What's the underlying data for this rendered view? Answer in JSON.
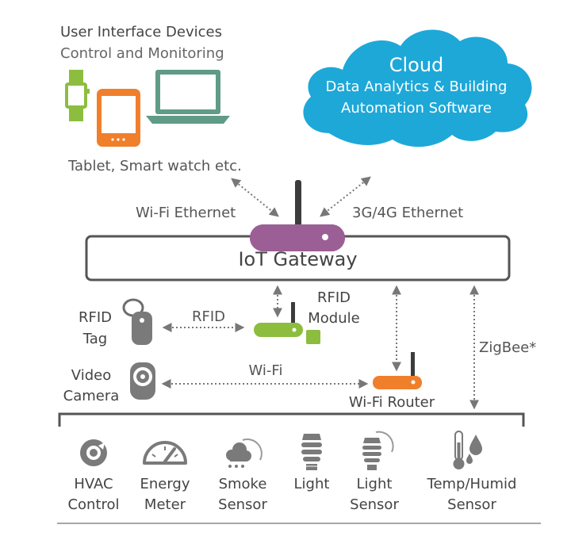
{
  "ui_devices": {
    "title": "User Interface Devices",
    "subtitle": "Control and Monitoring",
    "caption": "Tablet, Smart watch etc."
  },
  "cloud": {
    "title": "Cloud",
    "line1": "Data Analytics & Building",
    "line2": "Automation Software"
  },
  "links": {
    "wifi_ethernet": "Wi-Fi Ethernet",
    "cellular_ethernet": "3G/4G Ethernet",
    "rfid": "RFID",
    "wifi": "Wi-Fi",
    "zigbee": "ZigBee*"
  },
  "gateway": {
    "label": "IoT Gateway"
  },
  "rfid_module": {
    "line1": "RFID",
    "line2": "Module"
  },
  "rfid_tag": {
    "line1": "RFID",
    "line2": "Tag"
  },
  "video_camera": {
    "line1": "Video",
    "line2": "Camera"
  },
  "wifi_router": {
    "label": "Wi-Fi Router"
  },
  "sensors": [
    {
      "line1": "HVAC",
      "line2": "Control",
      "icon": "hvac-icon"
    },
    {
      "line1": "Energy",
      "line2": "Meter",
      "icon": "energy-meter-icon"
    },
    {
      "line1": "Smoke",
      "line2": "Sensor",
      "icon": "smoke-icon"
    },
    {
      "line1": "Light",
      "line2": "",
      "icon": "light-bulb-icon"
    },
    {
      "line1": "Light",
      "line2": "Sensor",
      "icon": "light-sensor-icon"
    },
    {
      "line1": "Temp/Humid",
      "line2": "Sensor",
      "icon": "temp-humid-icon"
    }
  ],
  "colors": {
    "cloud": "#1ea8d8",
    "gateway_purple": "#9b5f96",
    "watch_green": "#8cbd3f",
    "tablet_orange": "#f07f2c",
    "laptop_teal": "#5f9b86",
    "router_orange": "#f07f2c",
    "module_green": "#8cbd3f",
    "text_gray": "#555555",
    "icon_gray": "#7a7a7a"
  }
}
